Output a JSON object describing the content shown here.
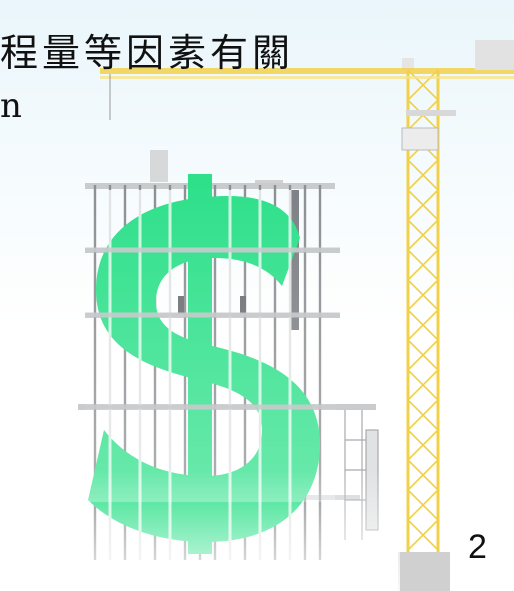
{
  "slide": {
    "text_line_1": "程量等因素有關",
    "text_line_2": "n",
    "page_number": "2"
  },
  "illustration": {
    "dollar_color": "#2ee08a",
    "crane_color": "#f2d14a",
    "building_color": "#8c8f93"
  }
}
